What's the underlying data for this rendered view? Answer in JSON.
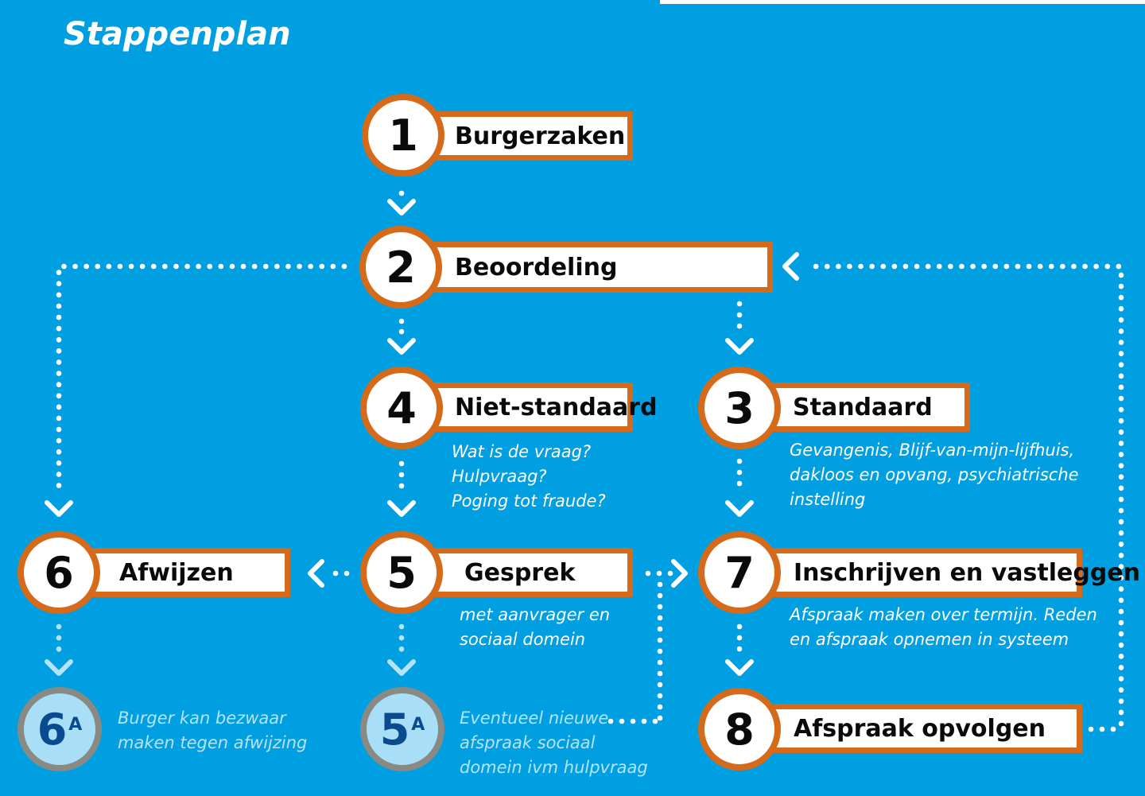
{
  "title": "Stappenplan",
  "colors": {
    "background": "#009fe1",
    "accent": "#d56a1b",
    "box_fill": "#ffffff",
    "sub_circle_fill": "#a8dff6",
    "sub_circle_border": "#8a8a85",
    "sub_text": "#b5e4f8"
  },
  "steps": {
    "s1": {
      "number": "1",
      "label": "Burgerzaken"
    },
    "s2": {
      "number": "2",
      "label": "Beoordeling"
    },
    "s3": {
      "number": "3",
      "label": "Standaard",
      "description": [
        "Gevangenis, Blijf-van-mijn-lijfhuis,",
        "dakloos en opvang, psychiatrische",
        "instelling"
      ]
    },
    "s4": {
      "number": "4",
      "label": "Niet-standaard",
      "description": [
        "Wat is de vraag?",
        "Hulpvraag?",
        "Poging tot fraude?"
      ]
    },
    "s5": {
      "number": "5",
      "label": "Gesprek",
      "description": [
        "met aanvrager en",
        "sociaal domein"
      ]
    },
    "s5a": {
      "number": "5",
      "suffix": "A",
      "description": [
        "Eventueel nieuwe",
        "afspraak sociaal",
        "domein ivm hulpvraag"
      ]
    },
    "s6": {
      "number": "6",
      "label": "Afwijzen"
    },
    "s6a": {
      "number": "6",
      "suffix": "A",
      "description": [
        "Burger kan bezwaar",
        "maken tegen afwijzing"
      ]
    },
    "s7": {
      "number": "7",
      "label": "Inschrijven en vastleggen",
      "description": [
        "Afspraak maken over termijn. Reden",
        "en afspraak opnemen in systeem"
      ]
    },
    "s8": {
      "number": "8",
      "label": "Afspraak opvolgen"
    }
  }
}
